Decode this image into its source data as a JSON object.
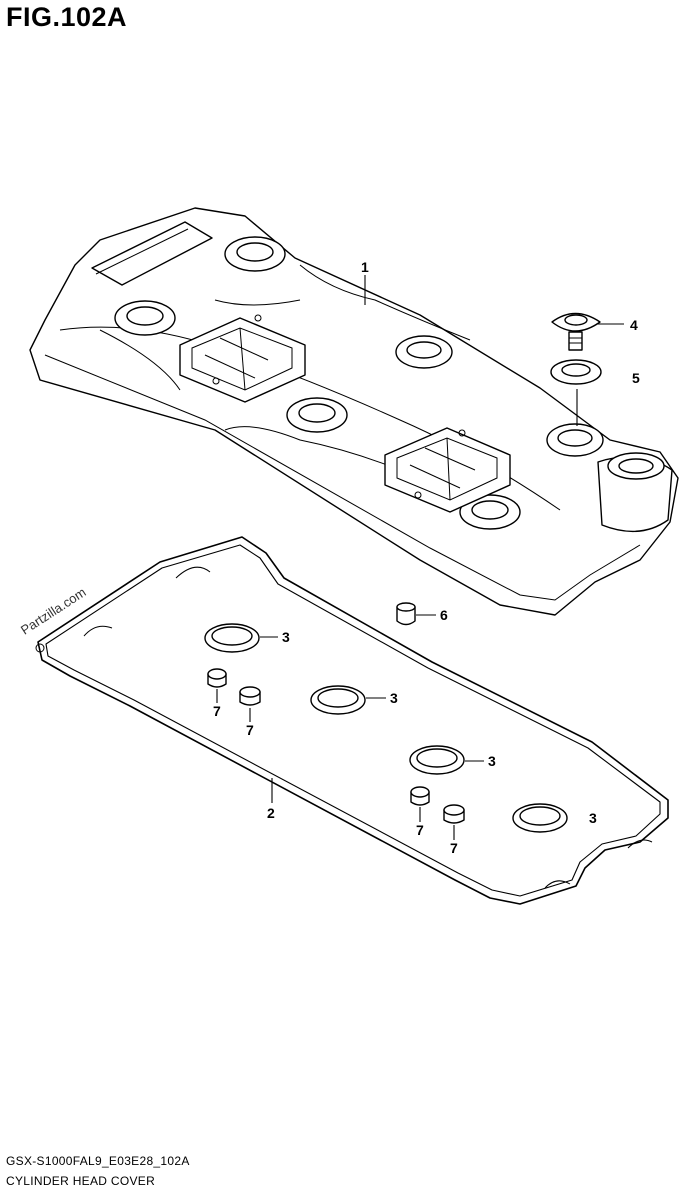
{
  "figure": {
    "title": "FIG.102A"
  },
  "footer": {
    "code": "GSX-S1000FAL9_E03E28_102A",
    "name": "CYLINDER HEAD COVER"
  },
  "watermark": "Partzilla.com",
  "callouts": [
    "1",
    "4",
    "5",
    "6",
    "3",
    "3",
    "3",
    "3",
    "7",
    "7",
    "7",
    "7",
    "2"
  ]
}
